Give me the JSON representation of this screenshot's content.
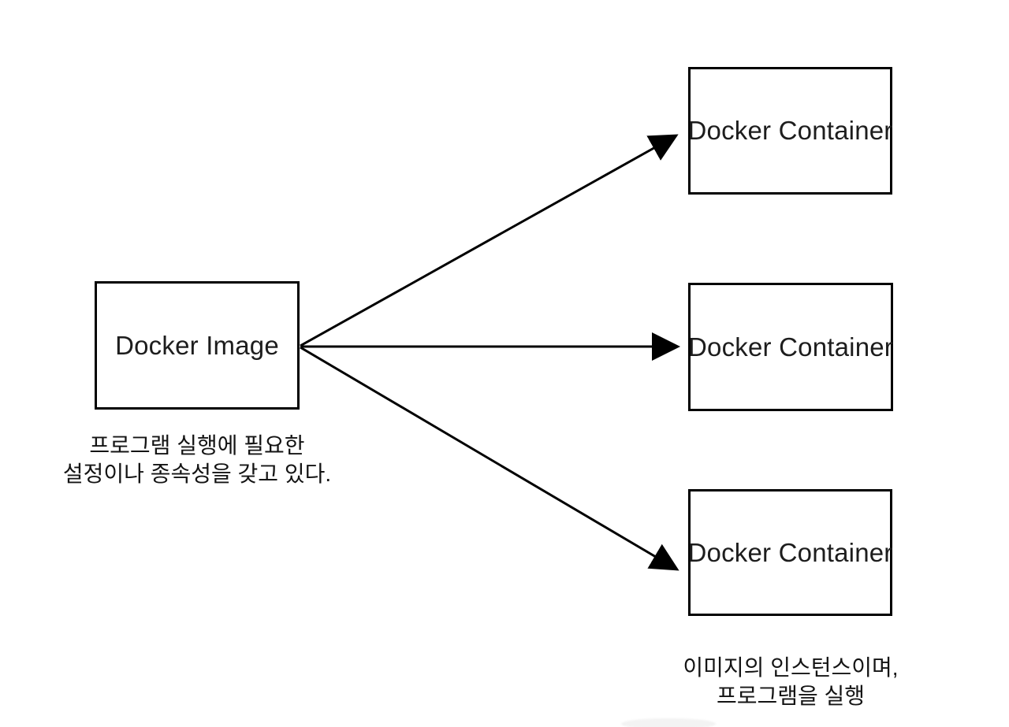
{
  "diagram": {
    "colors": {
      "background": "#ffffff",
      "stroke": "#000000",
      "text": "#1d1d1d"
    },
    "nodes": [
      {
        "id": "docker-image",
        "label": "Docker Image"
      },
      {
        "id": "docker-container-1",
        "label": "Docker Container"
      },
      {
        "id": "docker-container-2",
        "label": "Docker Container"
      },
      {
        "id": "docker-container-3",
        "label": "Docker Container"
      }
    ],
    "edges": [
      {
        "from": "docker-image",
        "to": "docker-container-1",
        "arrowhead": "filled-triangle"
      },
      {
        "from": "docker-image",
        "to": "docker-container-2",
        "arrowhead": "filled-triangle"
      },
      {
        "from": "docker-image",
        "to": "docker-container-3",
        "arrowhead": "filled-triangle"
      }
    ],
    "annotations": [
      {
        "id": "image-note",
        "attached_to": "docker-image",
        "lines": [
          "프로그램 실행에 필요한",
          "설정이나 종속성을 갖고 있다."
        ]
      },
      {
        "id": "container-note",
        "attached_to": "docker-container-3",
        "lines": [
          "이미지의 인스턴스이며,",
          "프로그램을 실행"
        ]
      }
    ]
  }
}
